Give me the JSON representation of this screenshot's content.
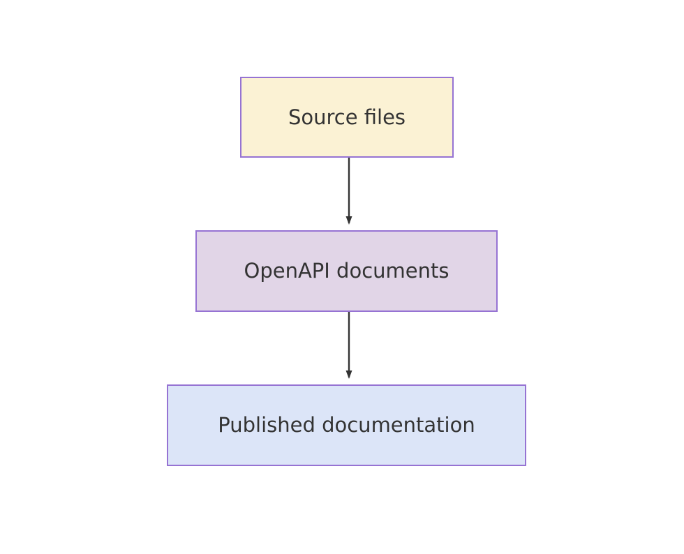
{
  "diagram": {
    "type": "flowchart",
    "direction": "top-to-bottom",
    "background_color": "#ffffff",
    "node_border_color": "#9673d3",
    "node_text_color": "#333333",
    "edge_color": "#333333",
    "nodes": [
      {
        "id": "source-files",
        "label": "Source files",
        "fill_color": "#fbf2d4",
        "border_color": "#9673d3"
      },
      {
        "id": "openapi-documents",
        "label": "OpenAPI documents",
        "fill_color": "#e1d5e7",
        "border_color": "#9673d3"
      },
      {
        "id": "published-documentation",
        "label": "Published documentation",
        "fill_color": "#dce5f8",
        "border_color": "#9673d3"
      }
    ],
    "edges": [
      {
        "id": "edge-source-to-openapi",
        "from": "source-files",
        "to": "openapi-documents",
        "label": "",
        "arrowhead": "filled-triangle"
      },
      {
        "id": "edge-openapi-to-published",
        "from": "openapi-documents",
        "to": "published-documentation",
        "label": "",
        "arrowhead": "filled-triangle"
      }
    ]
  }
}
